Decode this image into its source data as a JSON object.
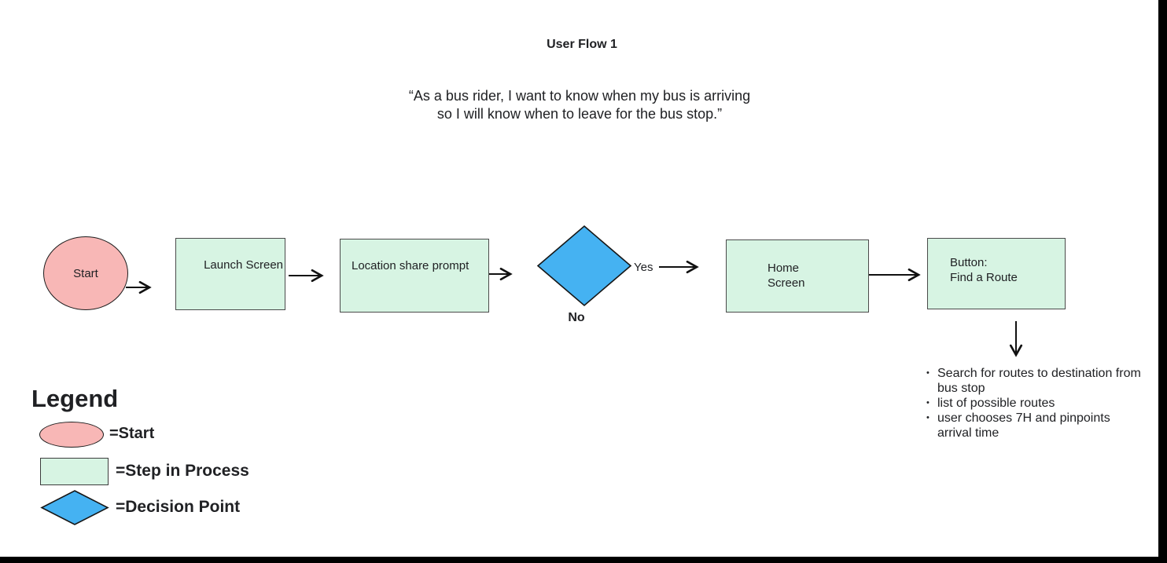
{
  "header": {
    "title": "User Flow 1",
    "quote_line1": "“As a bus rider, I want to know when my bus is arriving",
    "quote_line2": "so I will know when to leave for the bus stop.”"
  },
  "flow": {
    "start_label": "Start",
    "launch_label": "Launch Screen",
    "location_label": "Location share prompt",
    "decision_yes_label": "Yes",
    "decision_no_label": "No",
    "home_label": "Home\nScreen",
    "button_label": "Button:\nFind a Route"
  },
  "notes": {
    "items": [
      "Search for routes to destination from bus stop",
      "list of possible routes",
      "user chooses 7H and pinpoints arrival time"
    ]
  },
  "legend": {
    "title": "Legend",
    "start_label": "=Start",
    "step_label": "=Step in Process",
    "decision_label": "=Decision Point"
  },
  "colors": {
    "start_fill": "#f8b7b6",
    "step_fill": "#d7f4e3",
    "decision_fill": "#45b2f2",
    "text": "#202124",
    "frame": "#000000"
  }
}
